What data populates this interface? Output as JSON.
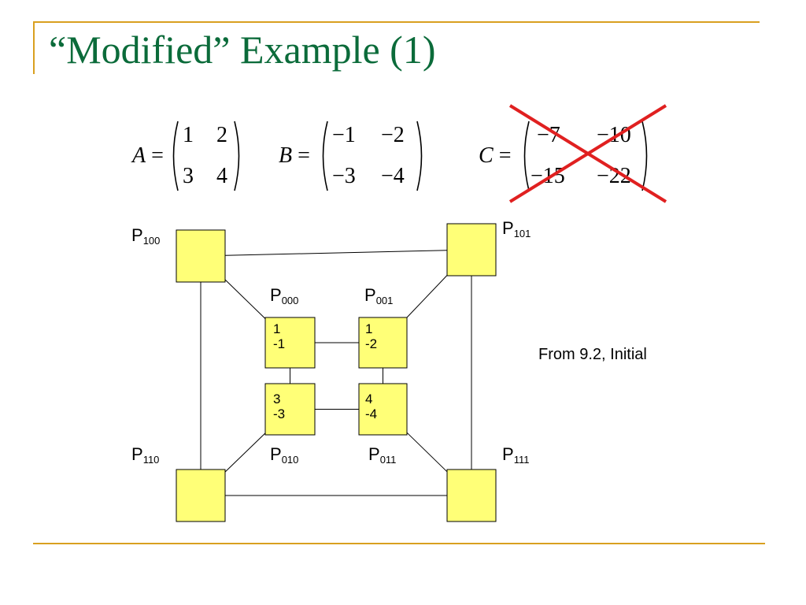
{
  "slide": {
    "title": "“Modified” Example (1)",
    "note": "From 9.2, Initial",
    "colors": {
      "accent": "#d9a020",
      "title": "#0b6b3a",
      "node_fill": "#ffff77",
      "cross": "#e02020"
    }
  },
  "matrices": [
    {
      "name": "A",
      "eq": "=",
      "rows": [
        [
          "1",
          "2"
        ],
        [
          "3",
          "4"
        ]
      ],
      "crossed_out": false
    },
    {
      "name": "B",
      "eq": "=",
      "rows": [
        [
          "−1",
          "−2"
        ],
        [
          "−3",
          "−4"
        ]
      ],
      "crossed_out": false
    },
    {
      "name": "C",
      "eq": "=",
      "rows": [
        [
          "−7",
          "−10"
        ],
        [
          "−15",
          "−22"
        ]
      ],
      "crossed_out": true
    }
  ],
  "processors": [
    {
      "id": "100",
      "label": "P",
      "sub": "100",
      "values": []
    },
    {
      "id": "101",
      "label": "P",
      "sub": "101",
      "values": []
    },
    {
      "id": "110",
      "label": "P",
      "sub": "110",
      "values": []
    },
    {
      "id": "111",
      "label": "P",
      "sub": "111",
      "values": []
    },
    {
      "id": "000",
      "label": "P",
      "sub": "000",
      "values": [
        "1",
        "-1"
      ]
    },
    {
      "id": "001",
      "label": "P",
      "sub": "001",
      "values": [
        "1",
        "-2"
      ]
    },
    {
      "id": "010",
      "label": "P",
      "sub": "010",
      "values": [
        "3",
        "-3"
      ]
    },
    {
      "id": "011",
      "label": "P",
      "sub": "011",
      "values": [
        "4",
        "-4"
      ]
    }
  ],
  "links": [
    [
      "100",
      "101"
    ],
    [
      "100",
      "110"
    ],
    [
      "101",
      "111"
    ],
    [
      "110",
      "111"
    ],
    [
      "000",
      "001"
    ],
    [
      "000",
      "010"
    ],
    [
      "001",
      "011"
    ],
    [
      "010",
      "011"
    ],
    [
      "100",
      "000"
    ],
    [
      "101",
      "001"
    ],
    [
      "110",
      "010"
    ],
    [
      "111",
      "011"
    ]
  ]
}
